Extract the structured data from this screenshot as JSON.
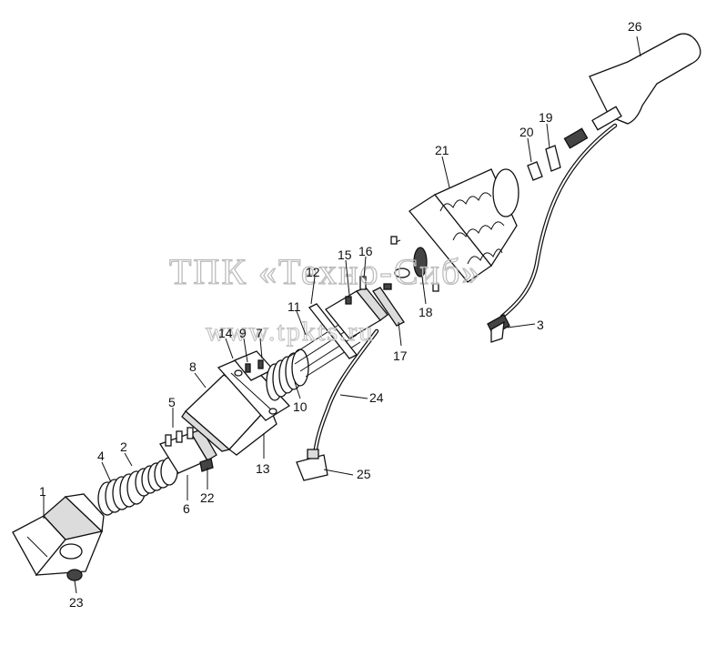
{
  "watermark": {
    "line1": "ТПК «Техно-Сиб»",
    "line2": "www.tpkts.ru"
  },
  "callouts": [
    "1",
    "2",
    "3",
    "4",
    "5",
    "6",
    "7",
    "8",
    "9",
    "10",
    "11",
    "12",
    "13",
    "14",
    "15",
    "16",
    "17",
    "18",
    "19",
    "20",
    "21",
    "22",
    "23",
    "24",
    "25",
    "26"
  ]
}
